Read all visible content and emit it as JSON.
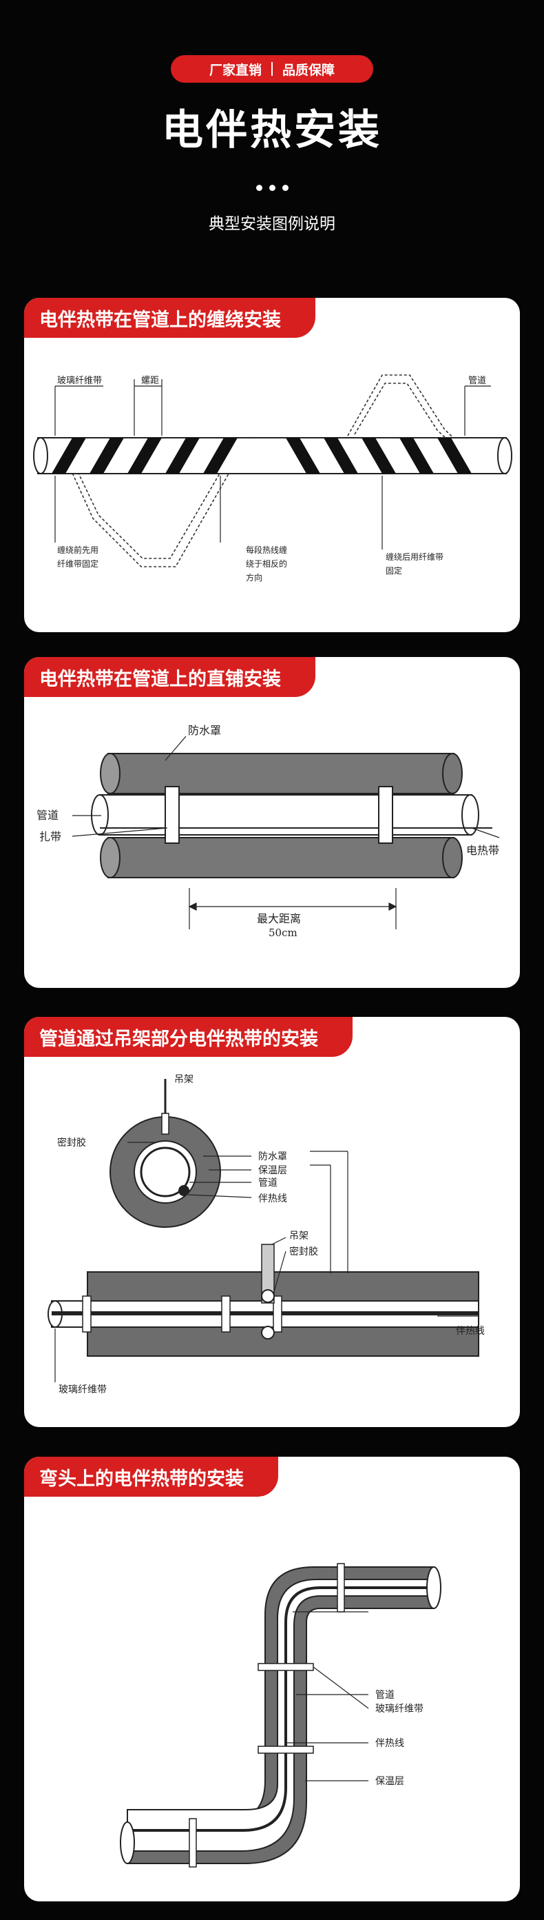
{
  "header": {
    "badge_left": "厂家直销",
    "badge_right": "品质保障",
    "title": "电伴热安装",
    "subtitle": "典型安装图例说明"
  },
  "sections": [
    {
      "title": "电伴热带在管道上的缠绕安装",
      "labels": {
        "glass_tape": "玻璃纤维带",
        "pitch": "螺距",
        "pipe": "管道",
        "before_wrap_1": "缠绕前先用",
        "before_wrap_2": "纤维带固定",
        "each_segment_1": "每段热线缠",
        "each_segment_2": "绕于相反的",
        "each_segment_3": "方向",
        "after_wrap_1": "缠绕后用纤维带",
        "after_wrap_2": "固定"
      }
    },
    {
      "title": "电伴热带在管道上的直铺安装",
      "labels": {
        "waterproof_cover": "防水罩",
        "pipe": "管道",
        "strap": "扎带",
        "heating_tape": "电热带",
        "max_distance": "最大距离",
        "distance_value": "50cm"
      }
    },
    {
      "title": "管道通过吊架部分电伴热带的安装",
      "labels": {
        "hanger": "吊架",
        "sealant": "密封胶",
        "waterproof_cover": "防水罩",
        "insulation": "保温层",
        "pipe": "管道",
        "heating_wire": "伴热线",
        "hanger_2": "吊架",
        "sealant_2": "密封胶",
        "heating_cable": "伴热线",
        "glass_tape": "玻璃纤维带"
      }
    },
    {
      "title": "弯头上的电伴热带的安装",
      "labels": {
        "pipe": "管道",
        "glass_tape": "玻璃纤维带",
        "heating_wire": "伴热线",
        "insulation": "保温层"
      }
    }
  ]
}
